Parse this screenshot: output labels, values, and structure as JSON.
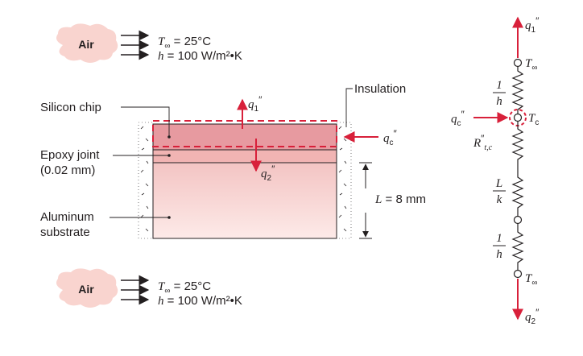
{
  "top_air": {
    "badge": "Air",
    "t_sym": "T",
    "t_sub": "∞",
    "t_val": " = 25°C",
    "h_sym": "h",
    "h_val": " = 100 W/m²•K"
  },
  "bottom_air": {
    "badge": "Air",
    "t_sym": "T",
    "t_sub": "∞",
    "t_val": " = 25°C",
    "h_sym": "h",
    "h_val": " = 100 W/m²•K"
  },
  "labels": {
    "silicon_chip": "Silicon chip",
    "epoxy_line1": "Epoxy joint",
    "epoxy_line2": "(0.02 mm)",
    "aluminum_line1": "Aluminum",
    "aluminum_line2": "substrate",
    "insulation": "Insulation",
    "length_sym": "L",
    "length_val": " = 8 mm"
  },
  "fluxes": {
    "q_sym": "q",
    "q1_sub": "1",
    "q2_sub": "2",
    "qc_sub": "c",
    "prime": "″"
  },
  "circuit": {
    "t_sym": "T",
    "t_inf_sub": "∞",
    "t_c_sub": "c",
    "one": "1",
    "h": "h",
    "L": "L",
    "k": "k",
    "r_sym": "R",
    "r_sub": "t,c",
    "prime": "″"
  },
  "colors": {
    "accent": "#d8203a",
    "chip_fill": "#e79aa0",
    "substrate_top": "#f3c4c3",
    "substrate_bottom": "#fdeae8",
    "air_badge": "#f9d4cf"
  }
}
